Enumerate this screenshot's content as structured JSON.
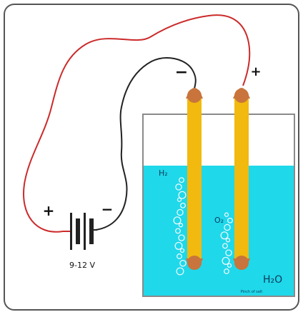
{
  "labels": {
    "battery_voltage": "9-12 V",
    "battery_plus": "+",
    "battery_minus": "−",
    "electrode_minus": "−",
    "electrode_plus": "+",
    "hydrogen": "H₂",
    "oxygen": "O₂",
    "water": "H₂O",
    "water_note": "Pinch of salt"
  },
  "colors": {
    "frame": "#555555",
    "red_wire": "#cc2a2a",
    "black_wire": "#222222",
    "water": "#1fd8ea",
    "electrode_body": "#f2b90f",
    "electrode_tip": "#c8743c",
    "container": "#8a8a8a"
  }
}
